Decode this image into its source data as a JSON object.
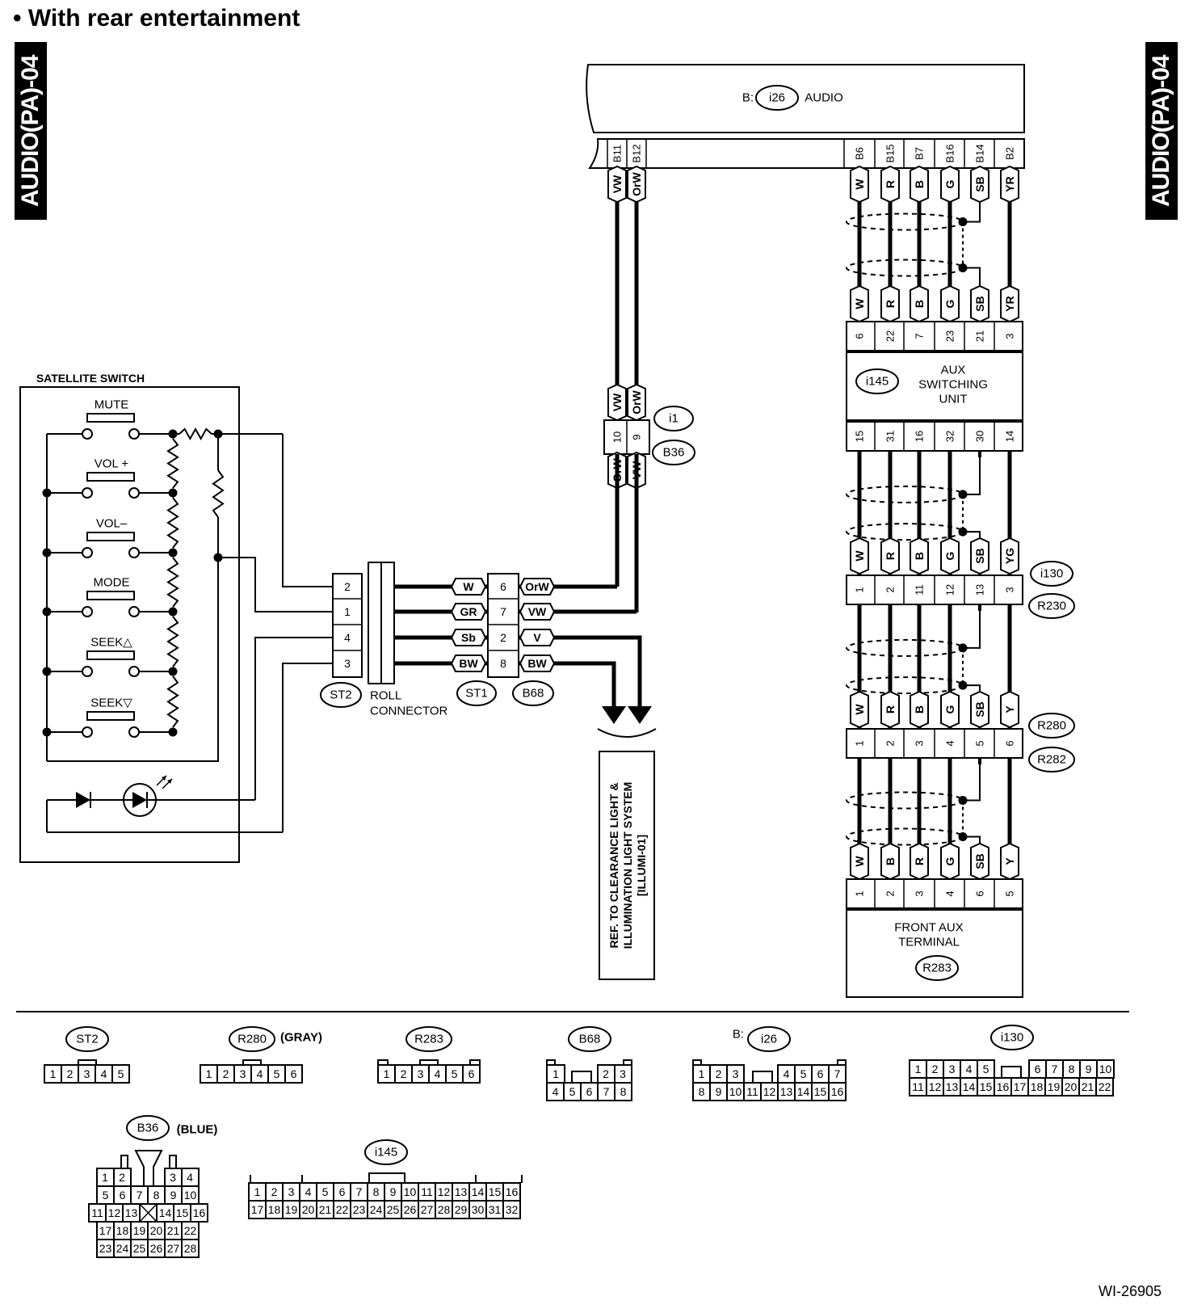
{
  "header": {
    "title": "With rear entertainment",
    "side_tab": "AUDIO(PA)-04"
  },
  "figure_id": "WI-26905",
  "satellite_switch": {
    "title": "SATELLITE SWITCH",
    "switches": [
      "MUTE",
      "VOL +",
      "VOL–",
      "MODE",
      "SEEK△",
      "SEEK▽"
    ]
  },
  "roll_connector": {
    "label_line1": "ROLL",
    "label_line2": "CONNECTOR",
    "st2_label": "ST2",
    "st1_label": "ST1",
    "b68_label": "B68",
    "st2_pins": [
      "2",
      "1",
      "4",
      "3"
    ],
    "st1_wires": [
      "W",
      "GR",
      "Sb",
      "BW"
    ],
    "b68_pins": [
      "6",
      "7",
      "2",
      "8"
    ],
    "b68_wires": [
      "OrW",
      "VW",
      "V",
      "BW"
    ]
  },
  "reference": {
    "line1": "REF. TO CLEARANCE LIGHT &",
    "line2": "ILLUMINATION LIGHT SYSTEM",
    "line3": "[ILLUMI-01]"
  },
  "audio": {
    "prefix": "B:",
    "connector": "i26",
    "label": "AUDIO",
    "left_pins": [
      "B11",
      "B12"
    ],
    "left_wires": [
      "VW",
      "OrW"
    ],
    "right_pins": [
      "B6",
      "B15",
      "B7",
      "B16",
      "B14",
      "B2"
    ],
    "right_wires": [
      "W",
      "R",
      "B",
      "G",
      "SB",
      "YR"
    ]
  },
  "joint_i1": {
    "conn_top": "i1",
    "conn_bottom": "B36",
    "top_wires": [
      "VW",
      "OrW"
    ],
    "pins": [
      "10",
      "9"
    ],
    "bottom_wires": [
      "OrW",
      "VW"
    ]
  },
  "aux_unit": {
    "connector": "i145",
    "label_line1": "AUX",
    "label_line2": "SWITCHING",
    "label_line3": "UNIT",
    "top_wires": [
      "W",
      "R",
      "B",
      "G",
      "SB",
      "YR"
    ],
    "top_pins": [
      "6",
      "22",
      "7",
      "23",
      "21",
      "3"
    ],
    "bottom_pins": [
      "15",
      "31",
      "16",
      "32",
      "30",
      "14"
    ]
  },
  "joint_i130": {
    "conn_top": "i130",
    "conn_bottom": "R230",
    "wires": [
      "W",
      "R",
      "B",
      "G",
      "SB",
      "YG"
    ],
    "pins": [
      "1",
      "2",
      "11",
      "12",
      "13",
      "3"
    ]
  },
  "joint_r280": {
    "conn_top": "R280",
    "conn_bottom": "R282",
    "wires": [
      "W",
      "R",
      "B",
      "G",
      "SB",
      "Y"
    ],
    "pins": [
      "1",
      "2",
      "3",
      "4",
      "5",
      "6"
    ]
  },
  "front_aux": {
    "label_line1": "FRONT AUX",
    "label_line2": "TERMINAL",
    "connector": "R283",
    "wires": [
      "W",
      "B",
      "R",
      "G",
      "SB",
      "Y"
    ],
    "pins": [
      "1",
      "2",
      "3",
      "4",
      "6",
      "5"
    ]
  },
  "connector_views": {
    "st2": {
      "name": "ST2",
      "note": "",
      "rows": [
        [
          "1",
          "2",
          "3",
          "4",
          "5"
        ]
      ]
    },
    "r280": {
      "name": "R280",
      "note": "(GRAY)",
      "rows": [
        [
          "1",
          "2",
          "3",
          "4",
          "5",
          "6"
        ]
      ]
    },
    "r283": {
      "name": "R283",
      "note": "",
      "rows": [
        [
          "1",
          "2",
          "3",
          "4",
          "5",
          "6"
        ]
      ]
    },
    "b68": {
      "name": "B68",
      "note": "",
      "rows": [
        [
          "1",
          "2",
          "3"
        ],
        [
          "4",
          "5",
          "6",
          "7",
          "8"
        ]
      ]
    },
    "i26": {
      "name": "i26",
      "note": "B:",
      "rows": [
        [
          "1",
          "2",
          "3",
          "4",
          "5",
          "6",
          "7"
        ],
        [
          "8",
          "9",
          "10",
          "11",
          "12",
          "13",
          "14",
          "15",
          "16"
        ]
      ]
    },
    "i130": {
      "name": "i130",
      "note": "",
      "rows": [
        [
          "1",
          "2",
          "3",
          "4",
          "5",
          "6",
          "7",
          "8",
          "9",
          "10"
        ],
        [
          "11",
          "12",
          "13",
          "14",
          "15",
          "16",
          "17",
          "18",
          "19",
          "20",
          "21",
          "22"
        ]
      ]
    },
    "b36": {
      "name": "B36",
      "note": "(BLUE)",
      "rows": [
        [
          "1",
          "2",
          "3",
          "4"
        ],
        [
          "5",
          "6",
          "7",
          "8",
          "9",
          "10"
        ],
        [
          "11",
          "12",
          "13",
          "14",
          "15",
          "16"
        ],
        [
          "17",
          "18",
          "19",
          "20",
          "21",
          "22"
        ],
        [
          "23",
          "24",
          "25",
          "26",
          "27",
          "28"
        ]
      ]
    },
    "i145": {
      "name": "i145",
      "note": "",
      "rows": [
        [
          "1",
          "2",
          "3",
          "4",
          "5",
          "6",
          "7",
          "8",
          "9",
          "10",
          "11",
          "12",
          "13",
          "14",
          "15",
          "16"
        ],
        [
          "17",
          "18",
          "19",
          "20",
          "21",
          "22",
          "23",
          "24",
          "25",
          "26",
          "27",
          "28",
          "29",
          "30",
          "31",
          "32"
        ]
      ]
    }
  }
}
